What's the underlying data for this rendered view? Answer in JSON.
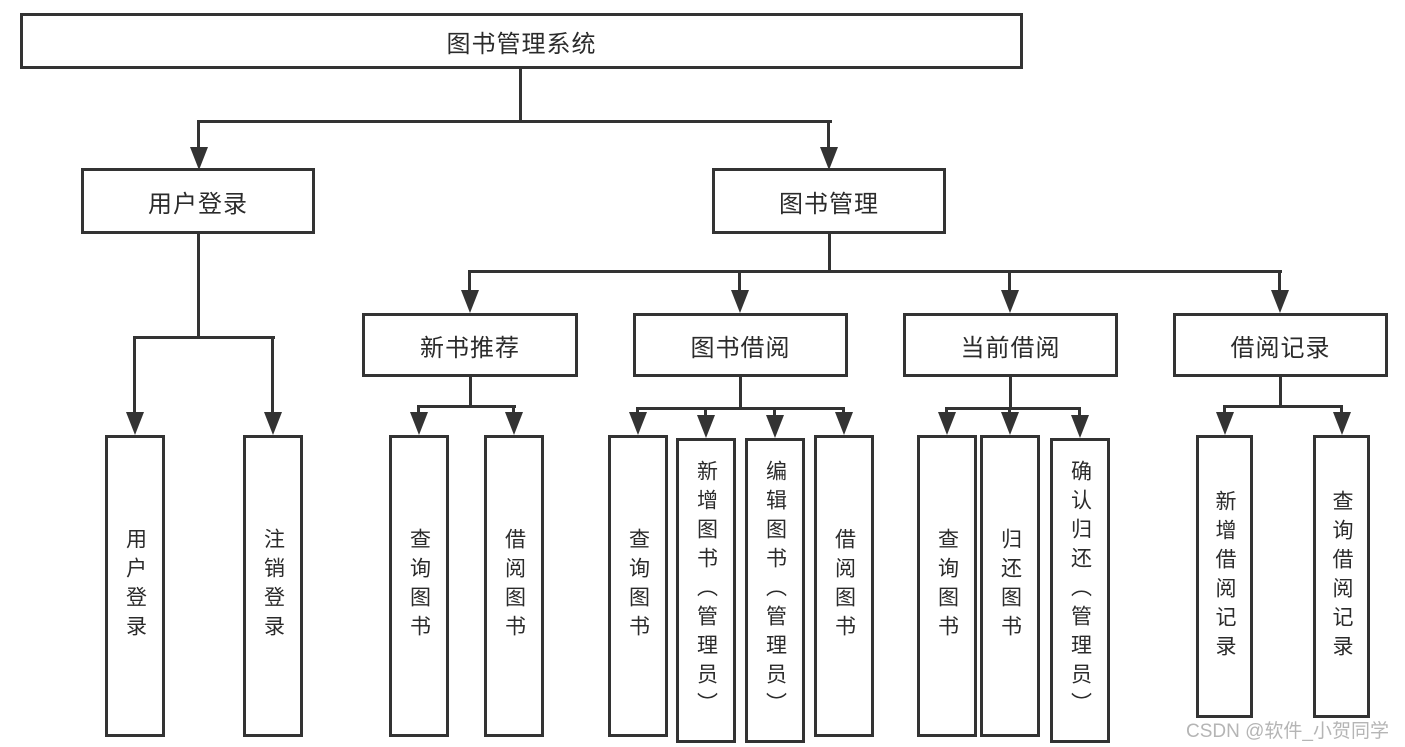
{
  "diagram": {
    "title": "图书管理系统",
    "level1": {
      "user_login": "用户登录",
      "book_mgmt": "图书管理"
    },
    "level2": {
      "new_books": "新书推荐",
      "book_borrow": "图书借阅",
      "current_borrow": "当前借阅",
      "borrow_records": "借阅记录"
    },
    "leaves": {
      "user_login": [
        "用户登录",
        "注销登录"
      ],
      "new_books": [
        "查询图书",
        "借阅图书"
      ],
      "book_borrow": [
        "查询图书",
        "新增图书（管理员）",
        "编辑图书（管理员）",
        "借阅图书"
      ],
      "current_borrow": [
        "查询图书",
        "归还图书",
        "确认归还（管理员）"
      ],
      "borrow_records": [
        "新增借阅记录",
        "查询借阅记录"
      ]
    }
  },
  "watermark": {
    "text": "CSDN @软件_小贺同学",
    "color": "#b5b5b5"
  },
  "colors": {
    "line": "#333333",
    "text": "#2b2b2b",
    "background": "#ffffff"
  }
}
